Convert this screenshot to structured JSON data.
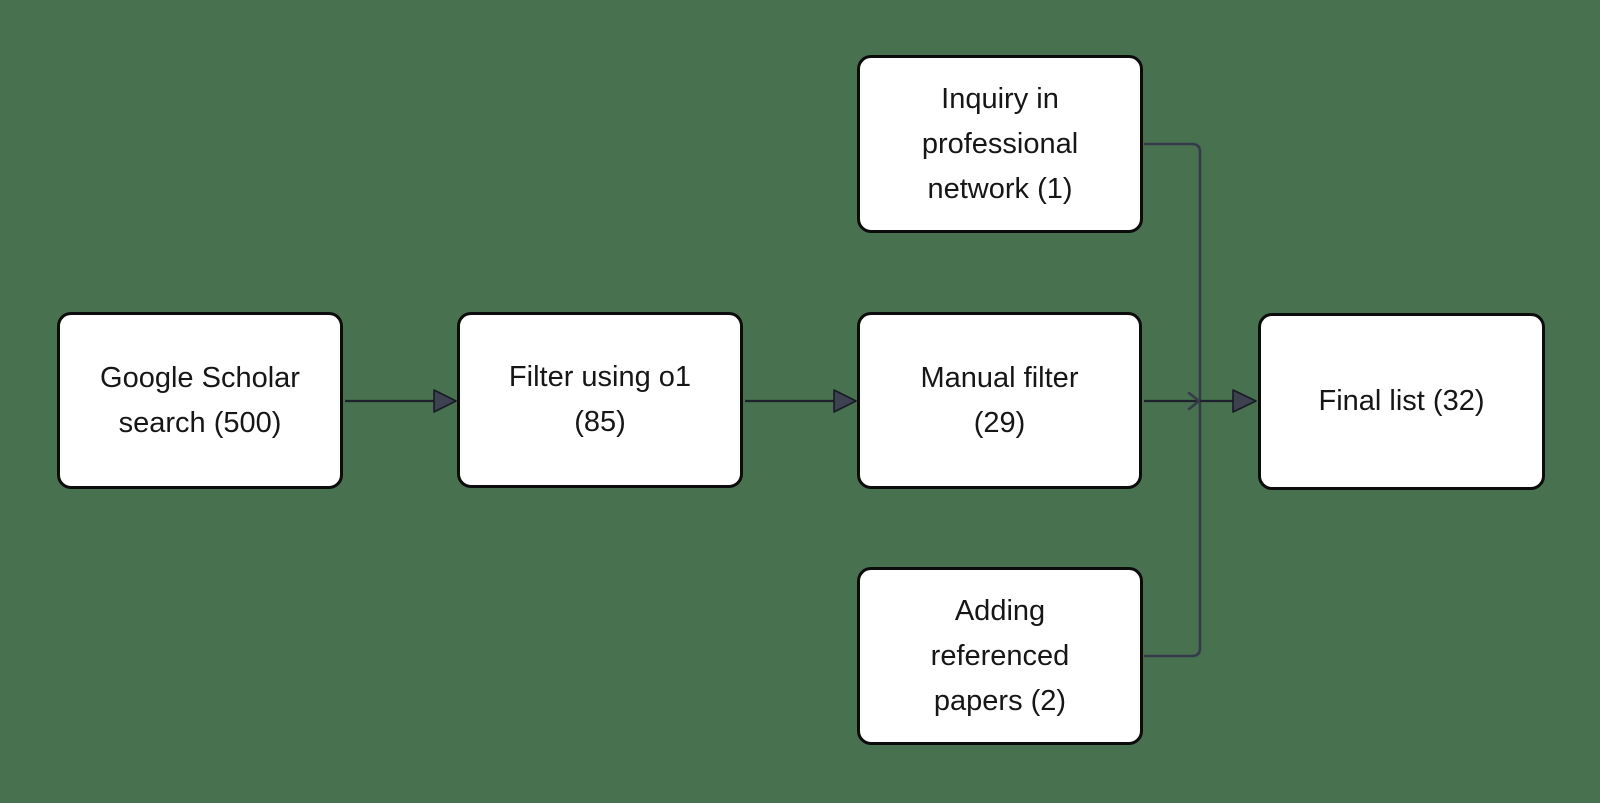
{
  "diagram": {
    "title": "",
    "colors": {
      "background": "#48714f",
      "node_fill": "#ffffff",
      "node_border": "#0c0c0c",
      "node_text": "#161616",
      "arrow_line": "#1e222c",
      "elbow_line": "#363b49",
      "arrowhead_fill": "#3d4150",
      "arrowhead_stroke": "#181b23"
    },
    "nodes": [
      {
        "id": "google-scholar-search",
        "label": "Google Scholar search (500)",
        "count": 500,
        "lines": [
          "Google Scholar",
          "search (500)"
        ]
      },
      {
        "id": "filter-using-o1",
        "label": "Filter using o1 (85)",
        "count": 85,
        "lines": [
          "Filter using o1",
          "(85)"
        ]
      },
      {
        "id": "manual-filter",
        "label": "Manual filter (29)",
        "count": 29,
        "lines": [
          "Manual filter",
          "(29)"
        ]
      },
      {
        "id": "inquiry-professional-network",
        "label": "Inquiry in professional network (1)",
        "count": 1,
        "lines": [
          "Inquiry in",
          "professional",
          "network (1)"
        ]
      },
      {
        "id": "adding-referenced-papers",
        "label": "Adding referenced papers (2)",
        "count": 2,
        "lines": [
          "Adding",
          "referenced",
          "papers (2)"
        ]
      },
      {
        "id": "final-list",
        "label": "Final list (32)",
        "count": 32,
        "lines": [
          "Final list (32)"
        ]
      }
    ],
    "edges": [
      {
        "from": "google-scholar-search",
        "to": "filter-using-o1"
      },
      {
        "from": "filter-using-o1",
        "to": "manual-filter"
      },
      {
        "from": "manual-filter",
        "to": "final-list"
      },
      {
        "from": "inquiry-professional-network",
        "to": "final-list"
      },
      {
        "from": "adding-referenced-papers",
        "to": "final-list"
      }
    ]
  }
}
